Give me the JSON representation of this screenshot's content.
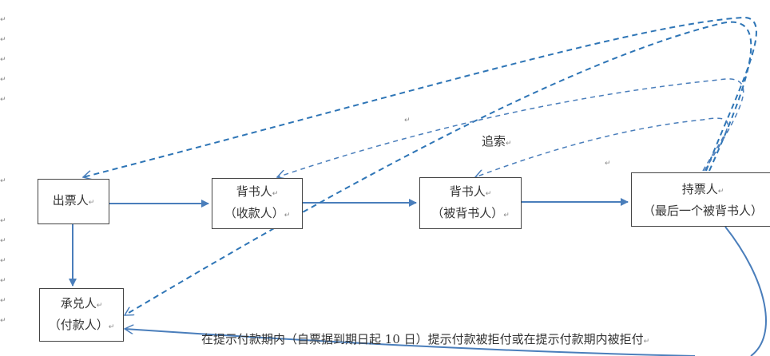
{
  "para_mark": "↵",
  "nodes": {
    "drawer": {
      "line1": "出票人"
    },
    "payee": {
      "line1": "背书人",
      "line2": "（收款人）"
    },
    "endorsee": {
      "line1": "背书人",
      "line2": "（被背书人）"
    },
    "holder": {
      "line1": "持票人",
      "line2": "（最后一个被背书人）"
    },
    "acceptor": {
      "line1": "承兑人",
      "line2": "（付款人）"
    }
  },
  "labels": {
    "recourse": "追索",
    "dishonor": "在提示付款期内（自票据到期日起 10 日）提示付款被拒付或在提示付款期内被拒付"
  },
  "colors": {
    "line": "#4a7ebb",
    "dashed": "#2e75b6",
    "border": "#444444"
  }
}
